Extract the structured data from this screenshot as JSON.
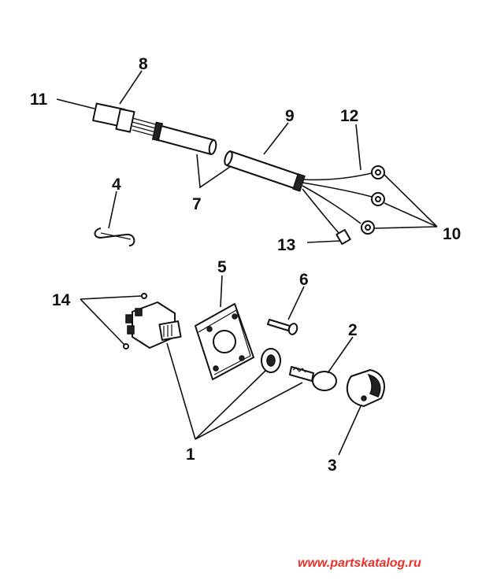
{
  "diagram": {
    "callouts": {
      "c1": "1",
      "c2": "2",
      "c3": "3",
      "c4": "4",
      "c5": "5",
      "c6": "6",
      "c7": "7",
      "c8": "8",
      "c9": "9",
      "c10": "10",
      "c11": "11",
      "c12": "12",
      "c13": "13",
      "c14": "14"
    },
    "watermark": "www.partskatalog.ru",
    "colors": {
      "ink": "#111111",
      "watermark": "#e8322c",
      "background": "#ffffff"
    }
  }
}
